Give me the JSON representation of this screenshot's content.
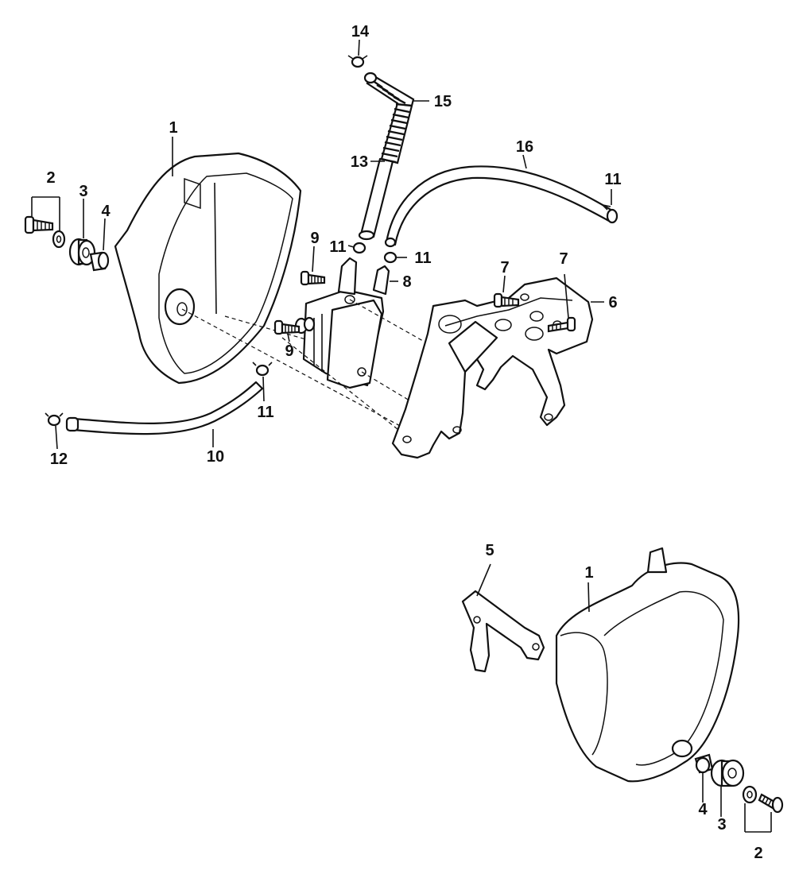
{
  "diagram": {
    "callouts": [
      {
        "id": "c1a",
        "text": "1"
      },
      {
        "id": "c2a",
        "text": "2"
      },
      {
        "id": "c3a",
        "text": "3"
      },
      {
        "id": "c4a",
        "text": "4"
      },
      {
        "id": "c6",
        "text": "6"
      },
      {
        "id": "c7a",
        "text": "7"
      },
      {
        "id": "c7b",
        "text": "7"
      },
      {
        "id": "c8",
        "text": "8"
      },
      {
        "id": "c9a",
        "text": "9"
      },
      {
        "id": "c9b",
        "text": "9"
      },
      {
        "id": "c10",
        "text": "10"
      },
      {
        "id": "c11a",
        "text": "11"
      },
      {
        "id": "c11b",
        "text": "11"
      },
      {
        "id": "c11c",
        "text": "11"
      },
      {
        "id": "c11d",
        "text": "11"
      },
      {
        "id": "c12",
        "text": "12"
      },
      {
        "id": "c13",
        "text": "13"
      },
      {
        "id": "c14",
        "text": "14"
      },
      {
        "id": "c15",
        "text": "15"
      },
      {
        "id": "c16",
        "text": "16"
      },
      {
        "id": "c5",
        "text": "5"
      },
      {
        "id": "c1b",
        "text": "1"
      },
      {
        "id": "c4b",
        "text": "4"
      },
      {
        "id": "c3b",
        "text": "3"
      },
      {
        "id": "c2b",
        "text": "2"
      }
    ]
  }
}
